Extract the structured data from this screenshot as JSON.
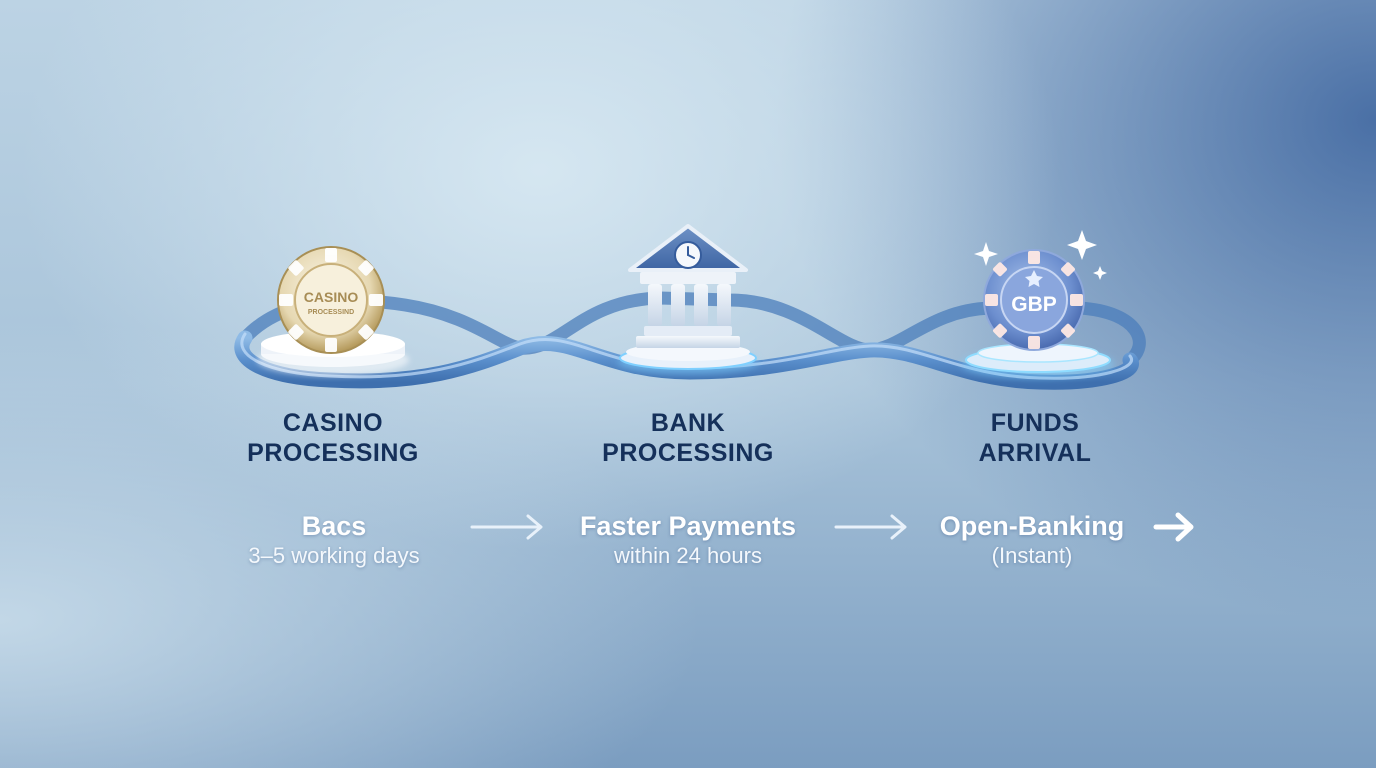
{
  "stages": [
    {
      "title_line1": "CASINO",
      "title_line2": "PROCESSING",
      "icon": "casino-chip-icon",
      "chip_text_1": "CASINO",
      "chip_text_2": "PROCESSIND"
    },
    {
      "title_line1": "BANK",
      "title_line2": "PROCESSING",
      "icon": "bank-clock-icon"
    },
    {
      "title_line1": "FUNDS",
      "title_line2": "ARRIVAL",
      "icon": "gbp-chip-icon",
      "chip_text_1": "GBP"
    }
  ],
  "methods": [
    {
      "name": "Bacs",
      "time": "3–5 working days"
    },
    {
      "name": "Faster Payments",
      "time": "within 24 hours"
    },
    {
      "name": "Open-Banking",
      "time": "(Instant)"
    }
  ],
  "colors": {
    "title": "#15305a",
    "ribbon": "#5a8fcc",
    "gold": "#c9b27a",
    "glow": "#7fd0ff"
  }
}
